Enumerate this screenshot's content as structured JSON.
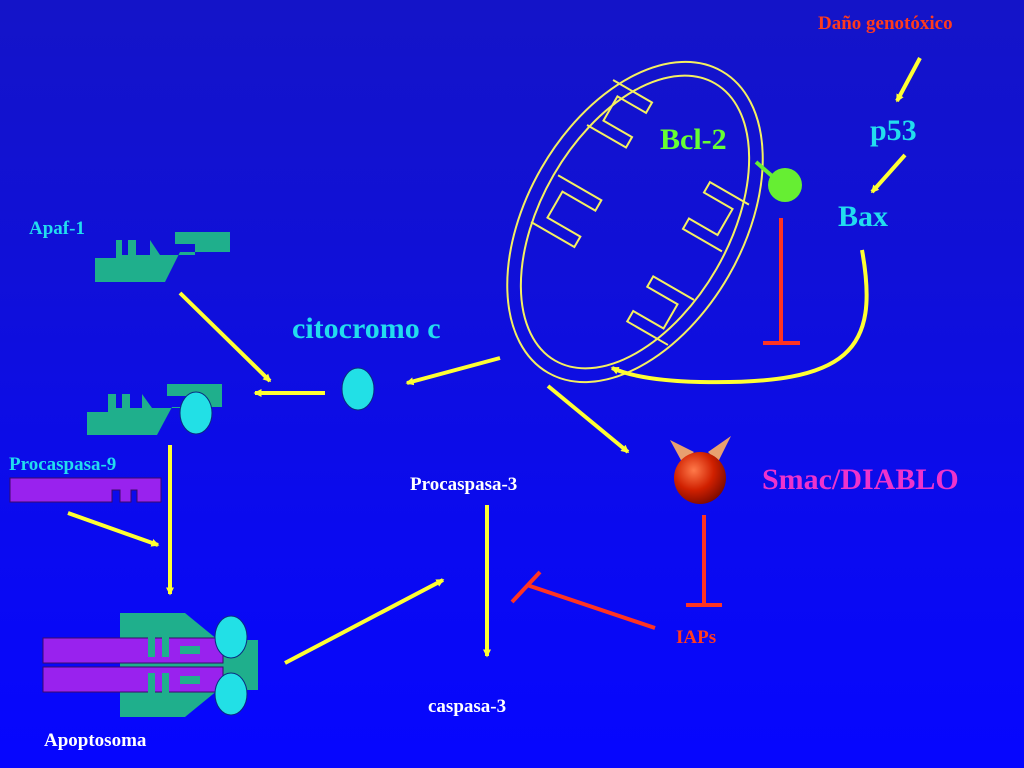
{
  "labels": {
    "dano": "Daño genotóxico",
    "p53": "p53",
    "bcl2": "Bcl-2",
    "bax": "Bax",
    "apaf1": "Apaf-1",
    "citocromo": "citocromo c",
    "procaspasa9": "Procaspasa-9",
    "procaspasa3": "Procaspasa-3",
    "smac": "Smac/DIABLO",
    "iaps": "IAPs",
    "caspasa3": "caspasa-3",
    "apoptosoma": "Apoptosoma"
  },
  "colors": {
    "background": "#0a0af0",
    "activation_arrow": "#ffff33",
    "inhibition": "#ff3322",
    "apaf": "#1faf8c",
    "cytochrome": "#22e0e6",
    "procaspase9": "#9922ee",
    "bcl2_ball": "#66ee33",
    "smac_ball": "#cc2200",
    "text_red": "#ff3b1e",
    "text_cyan": "#22ddee",
    "text_green": "#66ff33",
    "text_magenta": "#ee33cc",
    "text_white": "#ffffff"
  }
}
